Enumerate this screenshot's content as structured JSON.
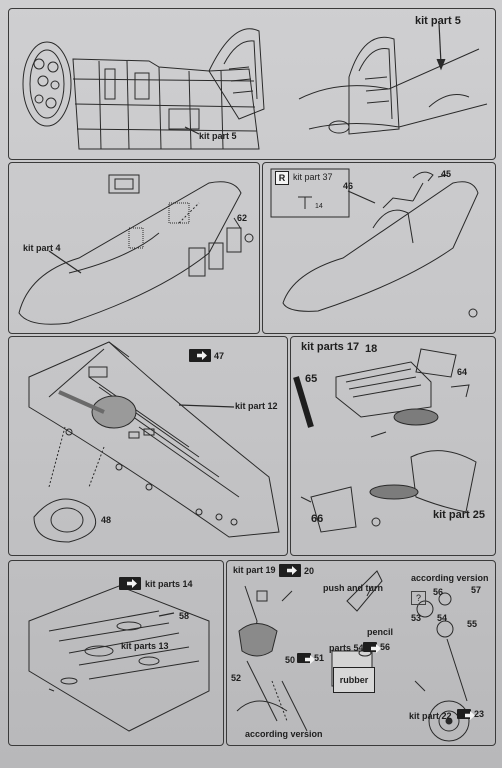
{
  "panel1": {
    "kit_part_a": "kit part 5",
    "kit_part_b": "kit part 5"
  },
  "panel2": {
    "kit_part": "kit part 4",
    "part_62": "62"
  },
  "panel3": {
    "kit_part": "kit part 37",
    "ref_num": "14",
    "part_46": "46",
    "part_45": "45"
  },
  "panel4": {
    "icon_num": "47",
    "kit_part": "kit part 12",
    "part_48": "48"
  },
  "panel5": {
    "kit_parts": "kit parts 17",
    "part_18": "18",
    "part_64": "64",
    "part_65": "65",
    "part_66": "66",
    "kit_part": "kit part 25"
  },
  "panel6": {
    "kit_parts_14": "kit parts 14",
    "part_58": "58",
    "kit_parts_13": "kit parts 13"
  },
  "panel7": {
    "kit_part_19": "kit part 19",
    "icon_20": "20",
    "push_turn": "push and turn",
    "pencil": "pencil",
    "parts_54": "parts 54",
    "icon_56": "56",
    "rubber": "rubber",
    "according_top": "according version",
    "part_56": "56",
    "part_57": "57",
    "part_53": "53",
    "part_54": "54",
    "part_55": "55",
    "part_52": "52",
    "part_50": "50",
    "icon_51": "51",
    "according_bottom": "according version",
    "kit_part_22": "kit part 22",
    "icon_23": "23",
    "question": "?"
  },
  "icons": [
    "photo-etch-arrow-icon",
    "resin-r-icon",
    "question-box-icon"
  ]
}
